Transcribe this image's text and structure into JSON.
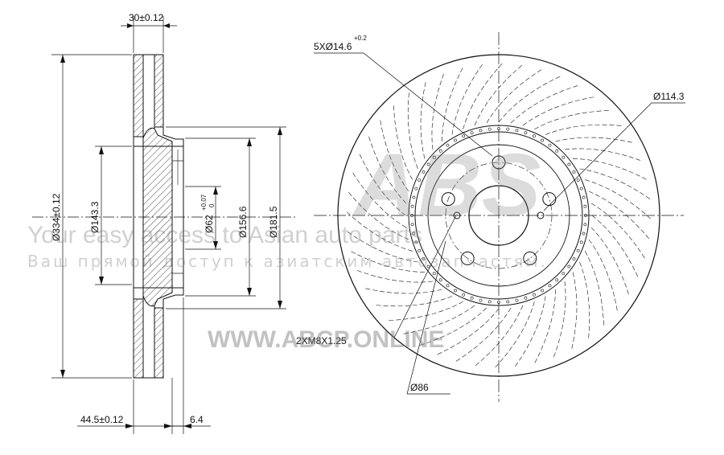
{
  "dimensions": {
    "width_top": "30±0.12",
    "diameter_outer": "Ø334±0.12",
    "diameter_1433": "Ø143.3",
    "diameter_62": "Ø62",
    "diameter_62_tol": "+0.07",
    "diameter_62_tol_low": "0",
    "diameter_1566": "Ø156.6",
    "diameter_1815": "Ø181.5",
    "height_bottom": "44.5±0.12",
    "thickness_bottom": "6.4",
    "holes": "5XØ14.6",
    "holes_tol": "+0.2",
    "pcd": "Ø114.3",
    "threads": "2XM8X1.25",
    "center_bore": "Ø86"
  },
  "watermark": {
    "brand": "ABS",
    "line1": "Your easy access to Asian auto parts",
    "line2": "Ваш прямой доступ к азиатским автозапчастям.",
    "url": "WWW.ABCP.ONLINE"
  }
}
